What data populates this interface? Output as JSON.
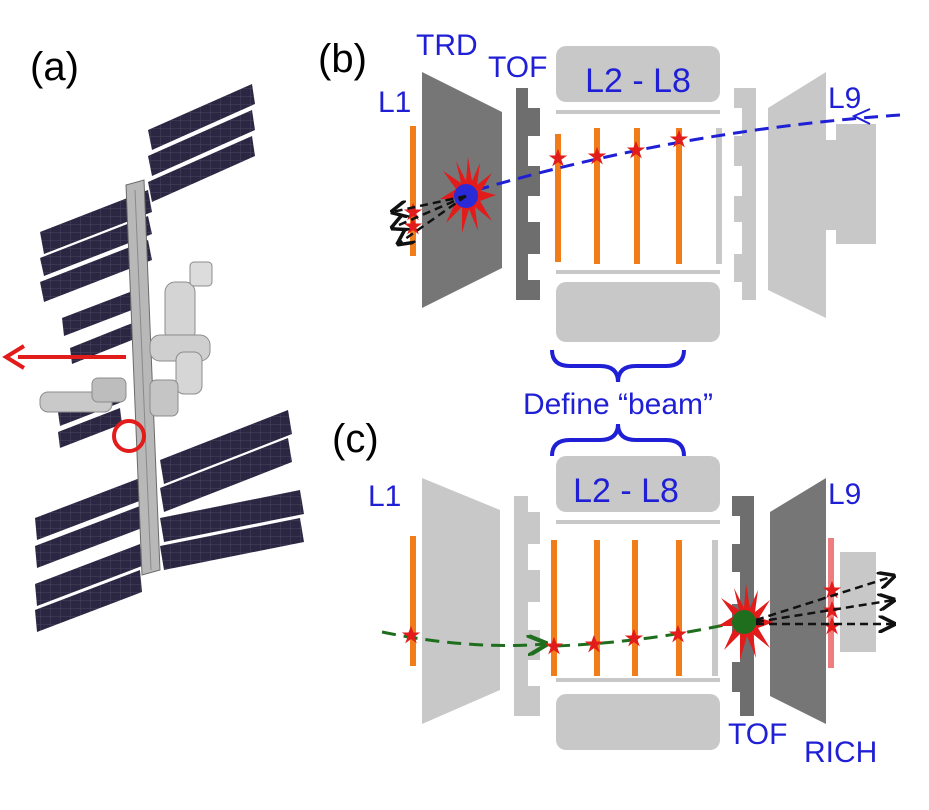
{
  "panels": {
    "a": {
      "label": "(a)"
    },
    "b": {
      "label": "(b)",
      "layer_first": "L1",
      "trd": "TRD",
      "tof": "TOF",
      "layers_inner": "L2 - L8",
      "layer_last": "L9"
    },
    "c": {
      "label": "(c)",
      "layer_first": "L1",
      "layers_inner": "L2 - L8",
      "layer_last": "L9",
      "tof": "TOF",
      "rich": "RICH"
    }
  },
  "brace_label": "Define “beam”",
  "colors": {
    "label_blue": "#1f1fd6",
    "silicon_layer": "#f07d1a",
    "detector_dark": "#767676",
    "detector_light": "#c8c8c8",
    "beam_track_b": "#1f1fd6",
    "beam_track_c": "#1e6e1e",
    "interaction_star": "#e21b1b",
    "pointer_arrow": "#e21b1b",
    "secondary_tracks": "#111111",
    "solar_panel": "#2a2540"
  },
  "icons": {
    "station": "space-station-illustration",
    "pointer": "red-arrow-left",
    "marker": "red-circle-marker"
  }
}
